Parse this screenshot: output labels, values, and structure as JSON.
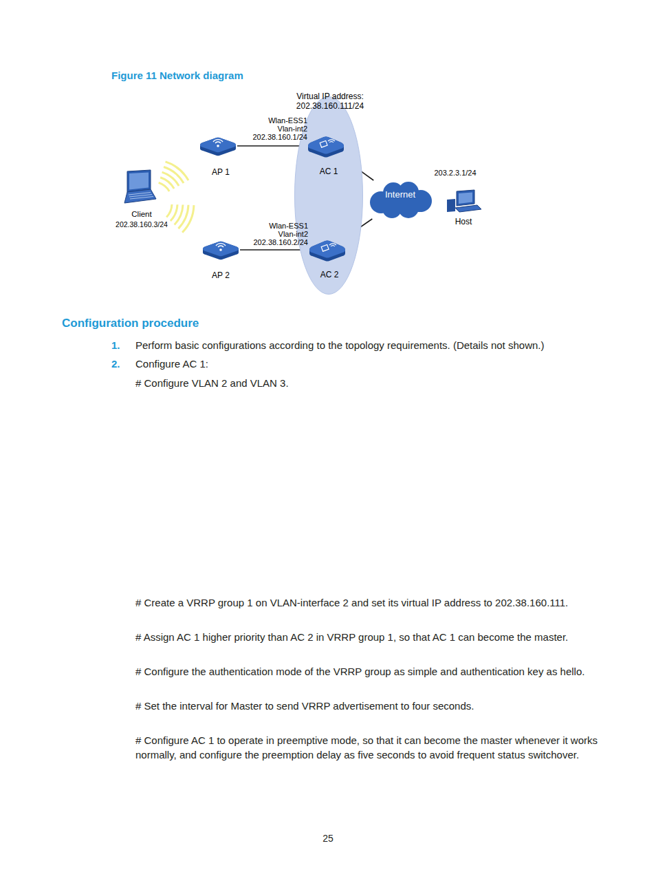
{
  "diagram": {
    "title": "Figure 11 Network diagram",
    "nodes": [
      {
        "text": [
          "Virtual IP address: 202.38.160.111/24"
        ]
      },
      {
        "text": [
          "AP 1"
        ]
      },
      {
        "text": [
          "Wlan-ESS1",
          "Vlan-int2",
          "202.38.160.1/24",
          "AC 1"
        ],
        "in": 0
      },
      {
        "text": [
          "Client",
          "202.38.160.3/24"
        ]
      },
      {
        "text": [
          "Internet"
        ]
      },
      {
        "text": [
          "203.2.3.1/24",
          "Host"
        ]
      },
      {
        "text": [
          "AP 2"
        ]
      },
      {
        "text": [
          "Wlan-ESS1",
          "Vlan-int2",
          "202.38.160.2/24",
          "AC 2"
        ],
        "in": 0
      }
    ],
    "edges": [
      {
        "from": 1,
        "to": 2,
        "arrow": "none"
      },
      {
        "from": 2,
        "to": 4,
        "arrow": "none"
      },
      {
        "from": 7,
        "to": 4,
        "arrow": "none"
      },
      {
        "from": 6,
        "to": 7,
        "arrow": "none"
      }
    ],
    "labels": [
      "Configuration procedure",
      "1.",
      "Perform basic configurations according to the topology requirements. (Details not shown.)",
      "2.",
      "Configure AC 1:",
      "# Configure VLAN 2 and VLAN 3.",
      "# Create a VRRP group 1 on VLAN-interface 2 and set its virtual IP address to 202.38.160.111.",
      "# Assign AC 1 higher priority than AC 2 in VRRP group 1, so that AC 1 can become the master.",
      "# Configure the authentication mode of the VRRP group as simple and authentication key as hello.",
      "# Set the interval for Master to send VRRP advertisement to four seconds.",
      "# Configure AC 1 to operate in preemptive mode, so that it can become the master whenever it works normally, and configure the preemption delay as five seconds to avoid frequent status switchover.",
      "25"
    ]
  }
}
